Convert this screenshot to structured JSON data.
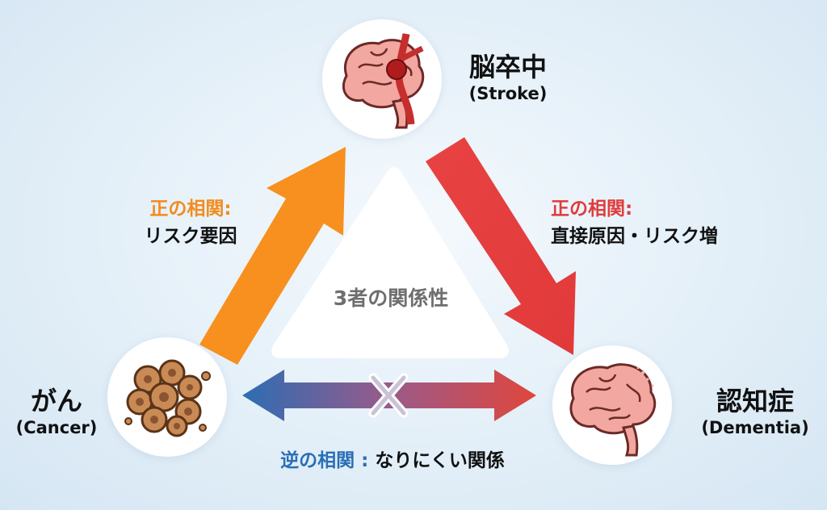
{
  "center": {
    "title": "3者の関係性"
  },
  "nodes": {
    "stroke": {
      "jp": "脳卒中",
      "en": "(Stroke)"
    },
    "cancer": {
      "jp": "がん",
      "en": "(Cancer)"
    },
    "dementia": {
      "jp": "認知症",
      "en": "(Dementia)"
    }
  },
  "relations": {
    "cancer_to_stroke": {
      "head": "正の相関:",
      "desc": "リスク要因",
      "color": "#f28c1e"
    },
    "stroke_to_dementia": {
      "head": "正の相関:",
      "desc": "直接原因・リスク増",
      "color": "#e03c3c"
    },
    "cancer_dementia": {
      "head": "逆の相関 :",
      "desc": "なりにくい関係",
      "color": "#2a6fb5"
    }
  },
  "icons": {
    "stroke": "brain-with-clot-icon",
    "cancer": "cancer-cells-icon",
    "dementia": "brain-icon",
    "cross": "cross-mark-icon"
  }
}
